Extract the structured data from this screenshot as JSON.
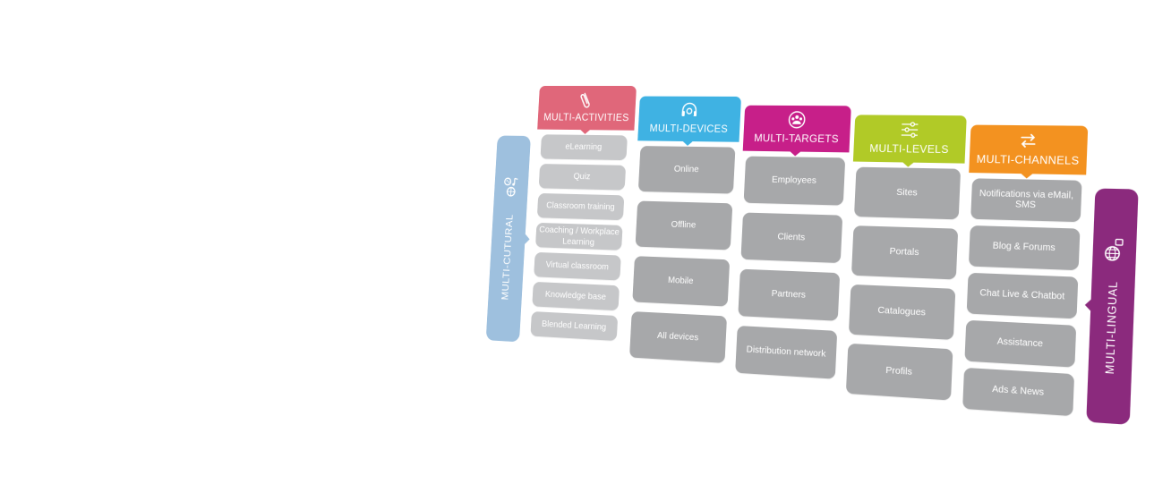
{
  "colors": {
    "activities": "#e0677a",
    "devices": "#3fb2e3",
    "targets": "#c71f89",
    "levels": "#b1ca27",
    "channels": "#f39220",
    "cultural": "#9ec0de",
    "lingual": "#8b2a7d",
    "cell": "#a7a8aa",
    "cell_light": "#c6c7c9"
  },
  "side_left": {
    "label": "MULTI-CUTURAL",
    "icon": "culture-icons"
  },
  "side_right": {
    "label": "MULTI-LINGUAL",
    "icon": "globe-icon"
  },
  "columns": [
    {
      "title": "MULTI-ACTIVITIES",
      "icon": "paperclip-icon",
      "items": [
        "eLearning",
        "Quiz",
        "Classroom training",
        "Coaching / Workplace Learning",
        "Virtual classroom",
        "Knowledge base",
        "Blended Learning"
      ]
    },
    {
      "title": "MULTI-DEVICES",
      "icon": "headset-icon",
      "items": [
        "Online",
        "Offline",
        "Mobile",
        "All devices"
      ]
    },
    {
      "title": "MULTI-TARGETS",
      "icon": "group-icon",
      "items": [
        "Employees",
        "Clients",
        "Partners",
        "Distribution network"
      ]
    },
    {
      "title": "MULTI-LEVELS",
      "icon": "sliders-icon",
      "items": [
        "Sites",
        "Portals",
        "Catalogues",
        "Profils"
      ]
    },
    {
      "title": "MULTI-CHANNELS",
      "icon": "arrows-exchange-icon",
      "items": [
        "Notifications via eMail, SMS",
        "Blog & Forums",
        "Chat Live & Chatbot",
        "Assistance",
        "Ads & News"
      ]
    }
  ]
}
